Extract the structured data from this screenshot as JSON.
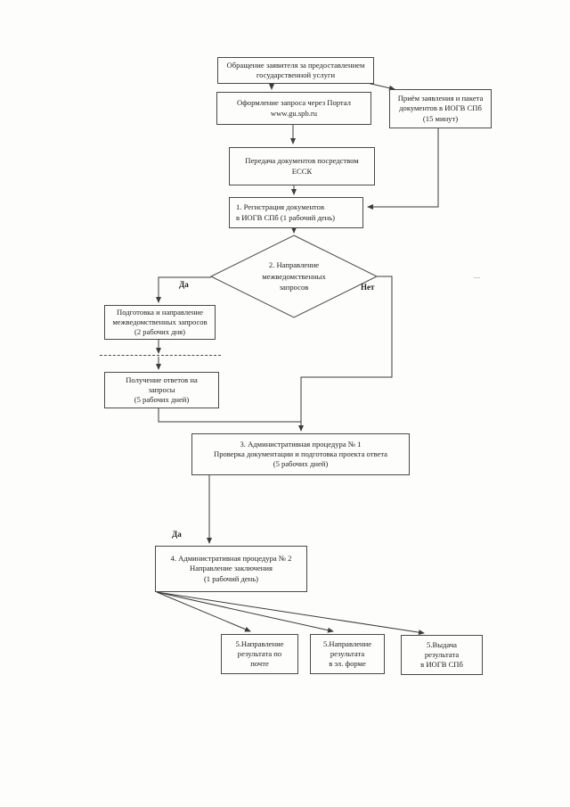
{
  "flowchart": {
    "nodes": {
      "applicant": {
        "text": "Обращение заявителя за предоставлением\nгосударственной услуги"
      },
      "portal": {
        "text": "Оформление запроса через Портал\nwww.gu.spb.ru"
      },
      "reception": {
        "text": "Приём заявления и пакета\nдокументов в ИОГВ СПб\n(15 минут)"
      },
      "essk": {
        "text": "Передача документов посредством\nЕССК"
      },
      "registration": {
        "text": "1. Регистрация документов\nв ИОГВ СПб (1 рабочий день)"
      },
      "decision": {
        "text": "2. Направление\nмежведомственных\nзапросов"
      },
      "prepare": {
        "text": "Подготовка и направление\nмежведомственных запросов\n(2 рабочих дня)"
      },
      "receive": {
        "text": "Получение ответов на\nзапросы\n(5 рабочих дней)"
      },
      "procedure1": {
        "text": "3. Административная процедура № 1\nПроверка документации и подготовка проекта ответа\n(5 рабочих дней)"
      },
      "procedure2": {
        "text": "4. Административная процедура № 2\nНаправление заключения\n(1 рабочий день)"
      },
      "result_mail": {
        "text": "5.Направление\nрезультата по\nпочте"
      },
      "result_eform": {
        "text": "5.Направление\nрезультата\nв эл. форме"
      },
      "result_iogv": {
        "text": "5.Выдача\nрезультата\nв ИОГВ СПб"
      }
    },
    "labels": {
      "yes_top": "Да",
      "no": "Нет",
      "yes_bottom": "Да"
    },
    "colors": {
      "line": "#3c3c3c",
      "border": "#4a4a4a",
      "background": "#fdfdfc"
    }
  }
}
